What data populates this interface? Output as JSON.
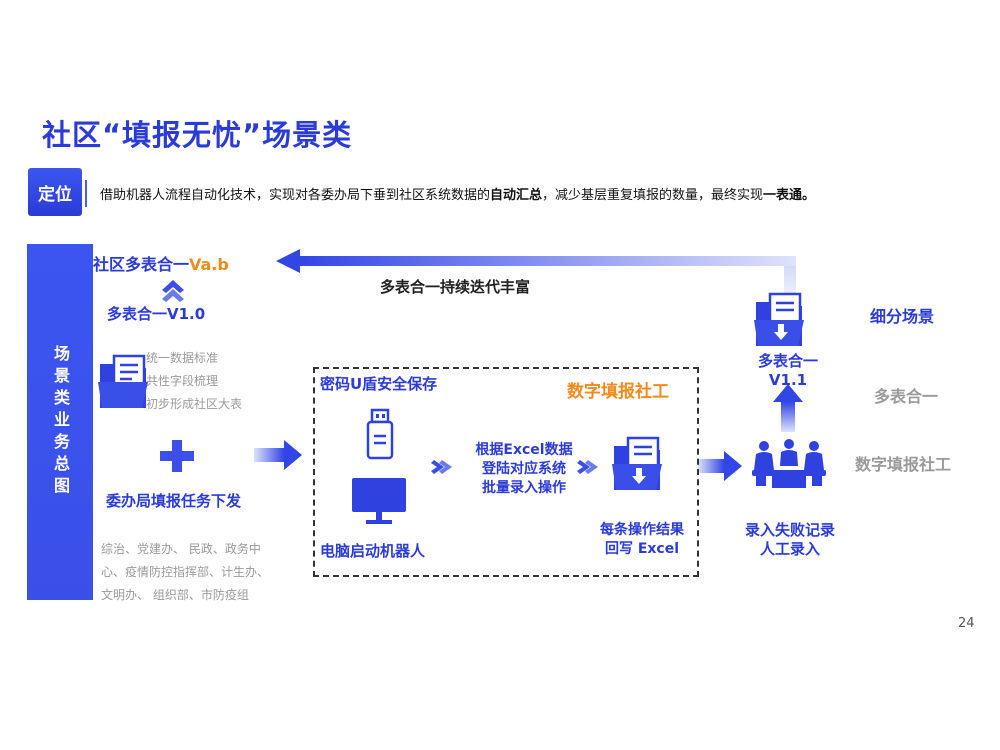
{
  "title": "社区“填报无忧”场景类",
  "positioning": {
    "tag": "定位",
    "desc_part1": "借助机器人流程自动化技术，实现对各委办局下垂到社区系统数据的",
    "desc_bold1": "自动汇总",
    "desc_part2": "，减少基层重复填报的数量，最终实现",
    "desc_bold2": "一表通。"
  },
  "sidebar_label": "场景类业务总图",
  "left": {
    "community_label": "社区多表合一",
    "community_version": "Va.b",
    "v10": "多表合一V1.0",
    "features": [
      "统一数据标准",
      "共性字段梳理",
      "初步形成社区大表"
    ],
    "task_label": "委办局填报任务下发",
    "departments": [
      "综治、党建办、 民政、政务中",
      "心、疫情防控指挥部、计生办、",
      "文明办、 组织部、市防疫组"
    ]
  },
  "top_arrow_label": "多表合一持续迭代丰富",
  "center": {
    "usb_label": "密码U盾安全保存",
    "box_title": "数字填报社工",
    "pc_label": "电脑启动机器人",
    "step_lines": [
      "根据Excel数据",
      "登陆对应系统",
      "批量录入操作"
    ],
    "result_lines": [
      "每条操作结果",
      "回写 Excel"
    ]
  },
  "right": {
    "v11_lines": [
      "多表合一",
      "V1.1"
    ],
    "fail_lines": [
      "录入失败记录",
      "人工录入"
    ]
  },
  "legend": {
    "active": "细分场景",
    "items": [
      "多表合一",
      "数字填报社工"
    ]
  },
  "page_number": "24",
  "colors": {
    "primary": "#2b3bd8",
    "accent": "#f28a1c",
    "muted": "#9a9a9a"
  }
}
